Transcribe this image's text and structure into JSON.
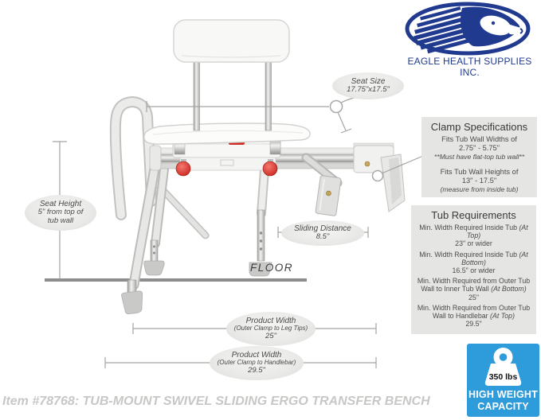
{
  "logo": {
    "company_name": "EAGLE HEALTH SUPPLIES INC."
  },
  "diagram": {
    "floor_label": "FLOOR",
    "callouts": {
      "seat_size": {
        "title": "Seat Size",
        "value": "17.75\"x17.5\""
      },
      "seat_height": {
        "title": "Seat Height",
        "value_line1": "5\" from top of",
        "value_line2": "tub wall"
      },
      "sliding_distance": {
        "title": "Sliding Distance",
        "value": "8.5\""
      },
      "product_width_leg_tips": {
        "title": "Product Width",
        "subtitle": "(Outer Clamp to Leg Tips)",
        "value": "25\""
      },
      "product_width_handlebar": {
        "title": "Product Width",
        "subtitle": "(Outer Clamp to Handlebar)",
        "value": "29.5\""
      }
    }
  },
  "clamp_specifications": {
    "title": "Clamp Specifications",
    "widths_label": "Fits Tub Wall Widths of",
    "widths_value": "2.75\" - 5.75\"",
    "widths_note": "**Must have flat-top tub wall**",
    "heights_label": "Fits Tub Wall Heights of",
    "heights_value": "13\" - 17.5\"",
    "heights_note": "(measure from inside tub)"
  },
  "tub_requirements": {
    "title": "Tub Requirements",
    "items": [
      {
        "label": "Min. Width Required Inside Tub",
        "qualifier": "(At Top)",
        "value": "23\" or wider"
      },
      {
        "label": "Min. Width Required Inside Tub",
        "qualifier": "(At Bottom)",
        "value": "16.5\" or wider"
      },
      {
        "label": "Min. Width Required from Outer Tub Wall to Inner Tub Wall",
        "qualifier": "(At Bottom)",
        "value": "25\""
      },
      {
        "label": "Min. Width Required from Outer Tub Wall to Handlebar",
        "qualifier": "(At Top)",
        "value": "29.5\""
      }
    ]
  },
  "weight_badge": {
    "weight_label": "350 lbs",
    "caption_line1": "HIGH WEIGHT",
    "caption_line2": "CAPACITY"
  },
  "footer": {
    "item_caption": "Item #78768: TUB-MOUNT SWIVEL SLIDING ERGO TRANSFER BENCH"
  },
  "colors": {
    "logo_navy": "#203a8f",
    "badge_blue": "#2e9bdb",
    "accent_red": "#cf2720"
  }
}
